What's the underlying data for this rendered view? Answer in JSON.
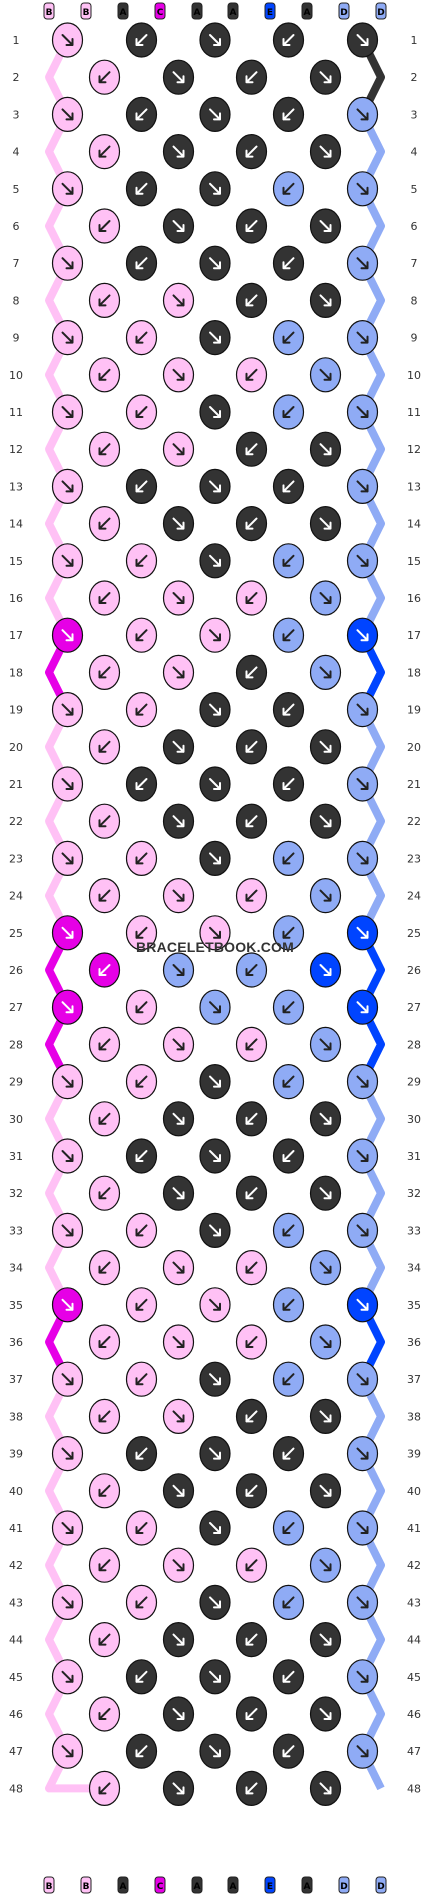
{
  "watermark": "BRACELETBOOK.COM",
  "top_strands": [
    "B",
    "B",
    "A",
    "C",
    "A",
    "A",
    "E",
    "A",
    "D",
    "D"
  ],
  "bottom_strands": [
    "B",
    "B",
    "A",
    "C",
    "A",
    "A",
    "E",
    "A",
    "D",
    "D"
  ],
  "strand_colors": {
    "A": "#333333",
    "B": "#ffc1f5",
    "C": "#e600e6",
    "D": "#8fabf5",
    "E": "#0044ff"
  },
  "knot_colors": [
    [
      "B",
      "A",
      "A",
      "A",
      "A"
    ],
    [
      "B",
      "A",
      "A",
      "A",
      "D"
    ],
    [
      "B",
      "A",
      "A",
      "A",
      "D"
    ],
    [
      "B",
      "A",
      "A",
      "A",
      "D"
    ],
    [
      "B",
      "A",
      "A",
      "D",
      "D"
    ],
    [
      "B",
      "A",
      "A",
      "A",
      "D"
    ],
    [
      "B",
      "A",
      "A",
      "A",
      "D"
    ],
    [
      "B",
      "B",
      "A",
      "A",
      "D"
    ],
    [
      "B",
      "B",
      "A",
      "D",
      "D"
    ],
    [
      "B",
      "B",
      "B",
      "D",
      "D"
    ],
    [
      "B",
      "B",
      "A",
      "D",
      "D"
    ],
    [
      "B",
      "B",
      "A",
      "A",
      "D"
    ],
    [
      "B",
      "A",
      "A",
      "A",
      "D"
    ],
    [
      "B",
      "A",
      "A",
      "A",
      "D"
    ],
    [
      "B",
      "B",
      "A",
      "D",
      "D"
    ],
    [
      "B",
      "B",
      "B",
      "D",
      "D"
    ],
    [
      "C",
      "B",
      "B",
      "D",
      "E"
    ],
    [
      "B",
      "B",
      "A",
      "D",
      "D"
    ],
    [
      "B",
      "B",
      "A",
      "A",
      "D"
    ],
    [
      "B",
      "A",
      "A",
      "A",
      "D"
    ],
    [
      "B",
      "A",
      "A",
      "A",
      "D"
    ],
    [
      "B",
      "A",
      "A",
      "A",
      "D"
    ],
    [
      "B",
      "B",
      "A",
      "D",
      "D"
    ],
    [
      "B",
      "B",
      "B",
      "D",
      "D"
    ],
    [
      "C",
      "B",
      "B",
      "D",
      "E"
    ],
    [
      "C",
      "D",
      "D",
      "E",
      "D"
    ],
    [
      "C",
      "B",
      "D",
      "D",
      "E"
    ],
    [
      "B",
      "B",
      "B",
      "D",
      "D"
    ],
    [
      "B",
      "B",
      "A",
      "D",
      "D"
    ],
    [
      "B",
      "A",
      "A",
      "A",
      "D"
    ],
    [
      "B",
      "A",
      "A",
      "A",
      "D"
    ],
    [
      "B",
      "A",
      "A",
      "A",
      "D"
    ],
    [
      "B",
      "B",
      "A",
      "D",
      "D"
    ],
    [
      "B",
      "B",
      "B",
      "D",
      "D"
    ],
    [
      "C",
      "B",
      "B",
      "D",
      "E"
    ],
    [
      "B",
      "B",
      "B",
      "D",
      "D"
    ],
    [
      "B",
      "B",
      "A",
      "D",
      "D"
    ],
    [
      "B",
      "B",
      "A",
      "A",
      "D"
    ],
    [
      "B",
      "A",
      "A",
      "A",
      "D"
    ],
    [
      "B",
      "A",
      "A",
      "A",
      "D"
    ],
    [
      "B",
      "B",
      "A",
      "D",
      "D"
    ],
    [
      "B",
      "B",
      "B",
      "D",
      "D"
    ],
    [
      "B",
      "B",
      "A",
      "D",
      "D"
    ],
    [
      "B",
      "A",
      "A",
      "A",
      "D"
    ],
    [
      "B",
      "A",
      "A",
      "A",
      "D"
    ],
    [
      "B",
      "A",
      "A",
      "A",
      "D"
    ],
    [
      "B",
      "A",
      "A",
      "A",
      "D"
    ],
    [
      "B",
      "A",
      "A",
      "A",
      "D"
    ]
  ],
  "row_count": 48
}
